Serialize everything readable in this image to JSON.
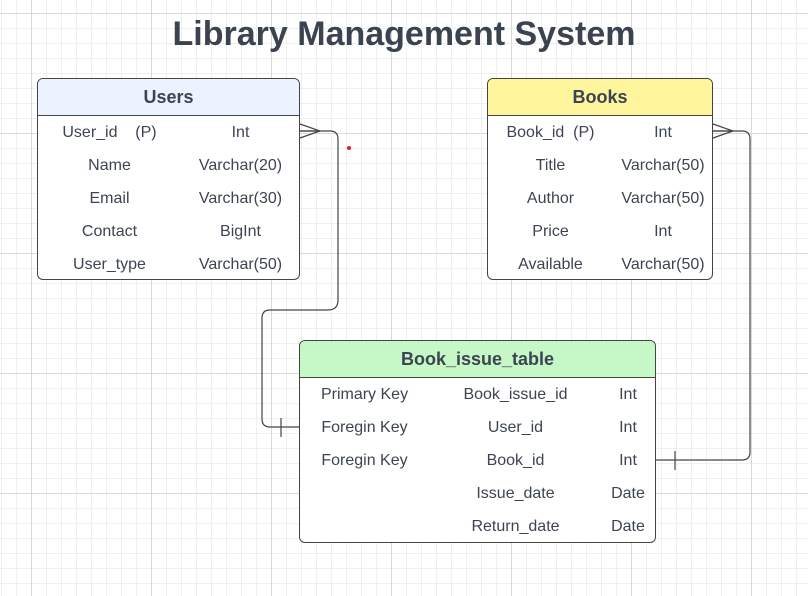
{
  "title": "Library Management System",
  "users": {
    "name": "Users",
    "rows": [
      [
        "User_id    (P)",
        "Int"
      ],
      [
        "Name",
        "Varchar(20)"
      ],
      [
        "Email",
        "Varchar(30)"
      ],
      [
        "Contact",
        "BigInt"
      ],
      [
        "User_type",
        "Varchar(50)"
      ]
    ]
  },
  "books": {
    "name": "Books",
    "rows": [
      [
        "Book_id  (P)",
        "Int"
      ],
      [
        "Title",
        "Varchar(50)"
      ],
      [
        "Author",
        "Varchar(50)"
      ],
      [
        "Price",
        "Int"
      ],
      [
        "Available",
        "Varchar(50)"
      ]
    ]
  },
  "issue": {
    "name": "Book_issue_table",
    "rows": [
      [
        "Primary Key",
        "Book_issue_id",
        "Int"
      ],
      [
        "Foregin Key",
        "User_id",
        "Int"
      ],
      [
        "Foregin Key",
        "Book_id",
        "Int"
      ],
      [
        "",
        "Issue_date",
        "Date"
      ],
      [
        "",
        "Return_date",
        "Date"
      ]
    ]
  },
  "colors": {
    "users_header": "#eaf3ff",
    "books_header": "#fff59c",
    "issue_header": "#c6f7c6",
    "line": "#444444"
  }
}
